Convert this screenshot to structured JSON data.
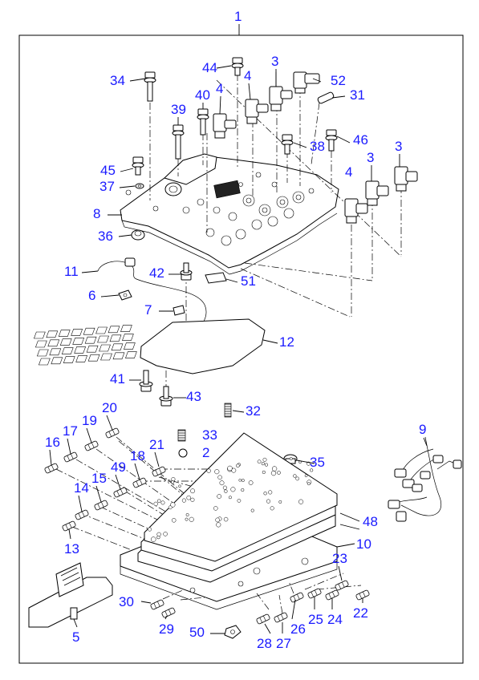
{
  "callouts": {
    "c1": "1",
    "c2": "2",
    "c3a": "3",
    "c3b": "3",
    "c3c": "3",
    "c4a": "4",
    "c4b": "4",
    "c4c": "4",
    "c5": "5",
    "c6": "6",
    "c7": "7",
    "c8": "8",
    "c9": "9",
    "c10": "10",
    "c11": "11",
    "c12": "12",
    "c13": "13",
    "c14": "14",
    "c15": "15",
    "c16": "16",
    "c17": "17",
    "c18": "18",
    "c19": "19",
    "c20": "20",
    "c21": "21",
    "c22": "22",
    "c23": "23",
    "c24": "24",
    "c25": "25",
    "c26": "26",
    "c27": "27",
    "c28": "28",
    "c29": "29",
    "c30": "30",
    "c31": "31",
    "c32": "32",
    "c33": "33",
    "c34": "34",
    "c35": "35",
    "c36": "36",
    "c37": "37",
    "c38": "38",
    "c39": "39",
    "c40": "40",
    "c41": "41",
    "c42": "42",
    "c43": "43",
    "c44": "44",
    "c45": "45",
    "c46": "46",
    "c48": "48",
    "c49": "49",
    "c50": "50",
    "c51": "51",
    "c52": "52"
  },
  "colors": {
    "callout": "#1a1aff",
    "line": "#000000"
  }
}
